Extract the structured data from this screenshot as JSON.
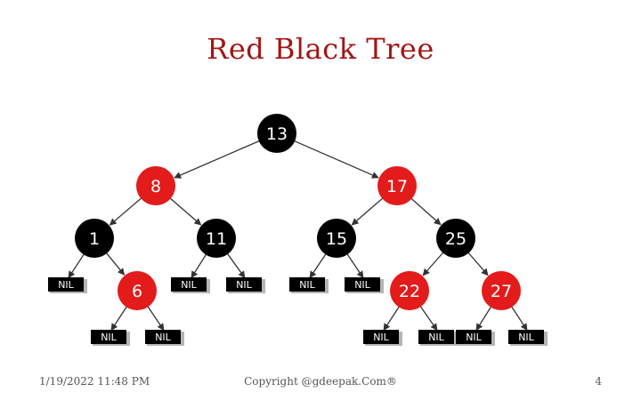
{
  "title": "Red Black Tree",
  "colors": {
    "red": "#e31b1b",
    "black": "#000000",
    "title": "#a31515",
    "edge": "#333333"
  },
  "nodes": [
    {
      "id": "n13",
      "label": "13",
      "color": "black"
    },
    {
      "id": "n8",
      "label": "8",
      "color": "red"
    },
    {
      "id": "n17",
      "label": "17",
      "color": "red"
    },
    {
      "id": "n1",
      "label": "1",
      "color": "black"
    },
    {
      "id": "n11",
      "label": "11",
      "color": "black"
    },
    {
      "id": "n15",
      "label": "15",
      "color": "black"
    },
    {
      "id": "n25",
      "label": "25",
      "color": "black"
    },
    {
      "id": "n6",
      "label": "6",
      "color": "red"
    },
    {
      "id": "n22",
      "label": "22",
      "color": "red"
    },
    {
      "id": "n27",
      "label": "27",
      "color": "red"
    }
  ],
  "nil_label": "NIL",
  "footer": {
    "date": "1/19/2022 11:48 PM",
    "copyright": "Copyright @gdeepak.Com®",
    "page": "4"
  }
}
